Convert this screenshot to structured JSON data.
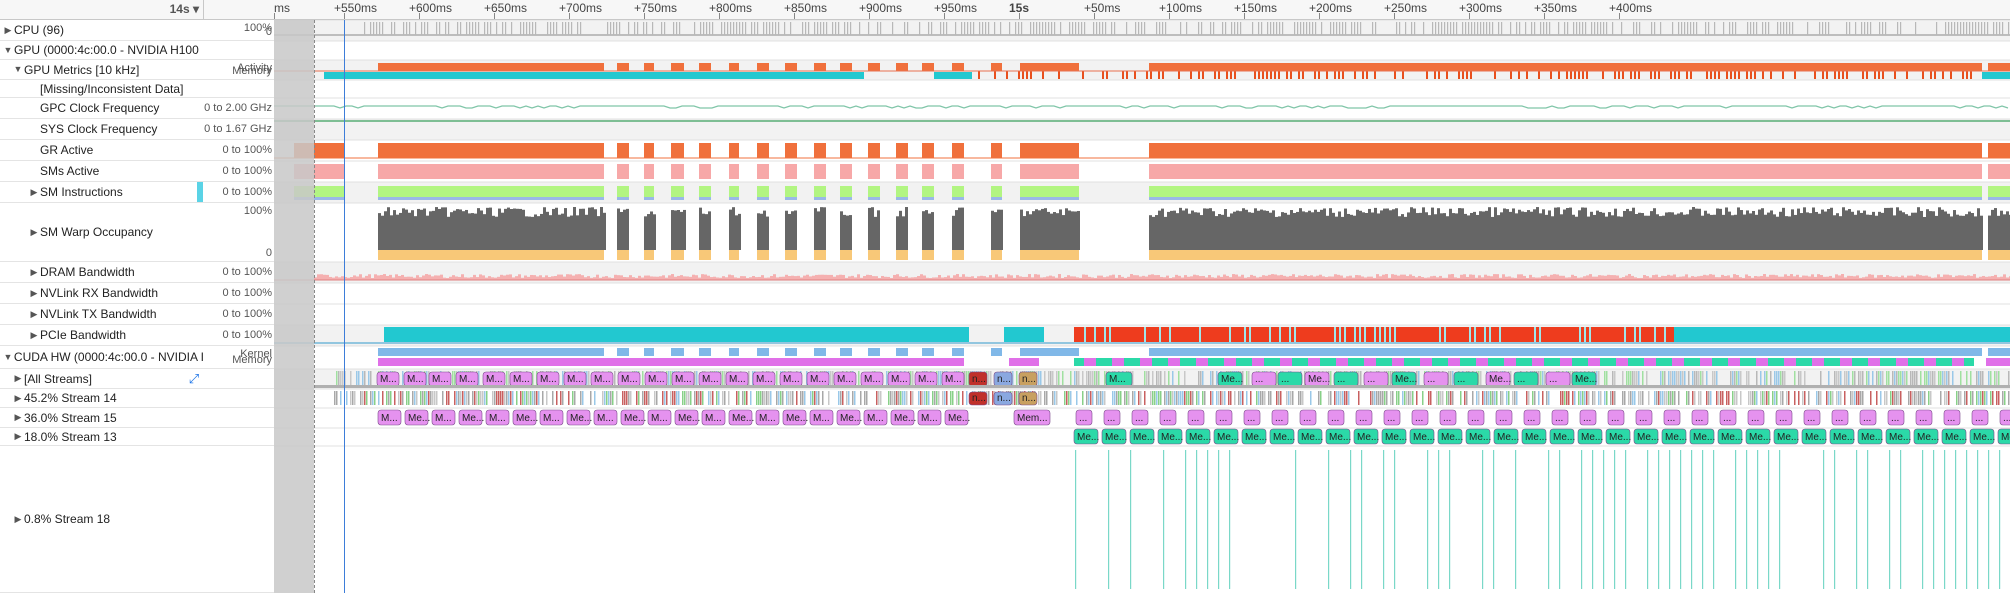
{
  "header": {
    "time_selector": "14s ▾",
    "ticks": [
      {
        "label": "ms"
      },
      {
        "label": "+550ms"
      },
      {
        "label": "+600ms"
      },
      {
        "label": "+650ms"
      },
      {
        "label": "+700ms"
      },
      {
        "label": "+750ms"
      },
      {
        "label": "+800ms"
      },
      {
        "label": "+850ms"
      },
      {
        "label": "+900ms"
      },
      {
        "label": "+950ms"
      },
      {
        "label": "15s"
      },
      {
        "label": "+50ms"
      },
      {
        "label": "+100ms"
      },
      {
        "label": "+150ms"
      },
      {
        "label": "+200ms"
      },
      {
        "label": "+250ms"
      },
      {
        "label": "+300ms"
      },
      {
        "label": "+350ms"
      },
      {
        "label": "+400ms"
      }
    ]
  },
  "rows": [
    {
      "label": "CPU (96)",
      "range_top": "100%",
      "range_bottom": "0",
      "expanded": false
    },
    {
      "label": "GPU (0000:4c:00.0 - NVIDIA H100",
      "expanded": true
    },
    {
      "label": "GPU Metrics [10 kHz]",
      "range_top": "Activity",
      "range_bottom": "Memory",
      "expanded": true
    },
    {
      "label": "[Missing/Inconsistent Data]"
    },
    {
      "label": "GPC Clock Frequency",
      "range": "0 to 2.00 GHz"
    },
    {
      "label": "SYS Clock Frequency",
      "range": "0 to 1.67 GHz"
    },
    {
      "label": "GR Active",
      "range": "0 to 100%"
    },
    {
      "label": "SMs Active",
      "range": "0 to 100%"
    },
    {
      "label": "SM Instructions",
      "range": "0 to 100%",
      "expanded": false
    },
    {
      "label": "SM Warp Occupancy",
      "range_top": "100%",
      "range_bottom": "0",
      "expanded": false
    },
    {
      "label": "DRAM Bandwidth",
      "range": "0 to 100%",
      "expanded": false
    },
    {
      "label": "NVLink RX Bandwidth",
      "range": "0 to 100%",
      "expanded": false
    },
    {
      "label": "NVLink TX Bandwidth",
      "range": "0 to 100%",
      "expanded": false
    },
    {
      "label": "PCIe Bandwidth",
      "range": "0 to 100%",
      "expanded": false
    },
    {
      "label": "CUDA HW (0000:4c:00.0 - NVIDIA I",
      "range_top": "Kernel",
      "range_bottom": "Memory",
      "expanded": true
    },
    {
      "label": "[All Streams]",
      "expanded": false
    },
    {
      "label": "45.2% Stream 14",
      "expanded": false
    },
    {
      "label": "36.0% Stream 15",
      "expanded": false
    },
    {
      "label": "18.0% Stream 13",
      "expanded": false
    },
    {
      "label": "0.8% Stream 18",
      "expanded": false
    }
  ],
  "event_labels": {
    "mem": "M...",
    "mem_short": "Me...",
    "memory": "Mem...",
    "kernel": "n...",
    "dots": "..."
  },
  "colors": {
    "activity": "#f0703c",
    "memory_cyan": "#22c8d0",
    "gr_active": "#f0703c",
    "sms_active": "#f7a8a8",
    "sm_instr": "#b2f582",
    "warp_gray": "#666666",
    "warp_yellow": "#f8c878",
    "dram": "#f5b0b0",
    "pcie_cyan": "#22c8d0",
    "pcie_red": "#ee3c1e",
    "kernel_blue": "#80b8e8",
    "memory_magenta": "#e070e8",
    "event_pink": "#e592ef",
    "event_green": "#2bd9a8",
    "cursor": "#3d7dd9"
  }
}
